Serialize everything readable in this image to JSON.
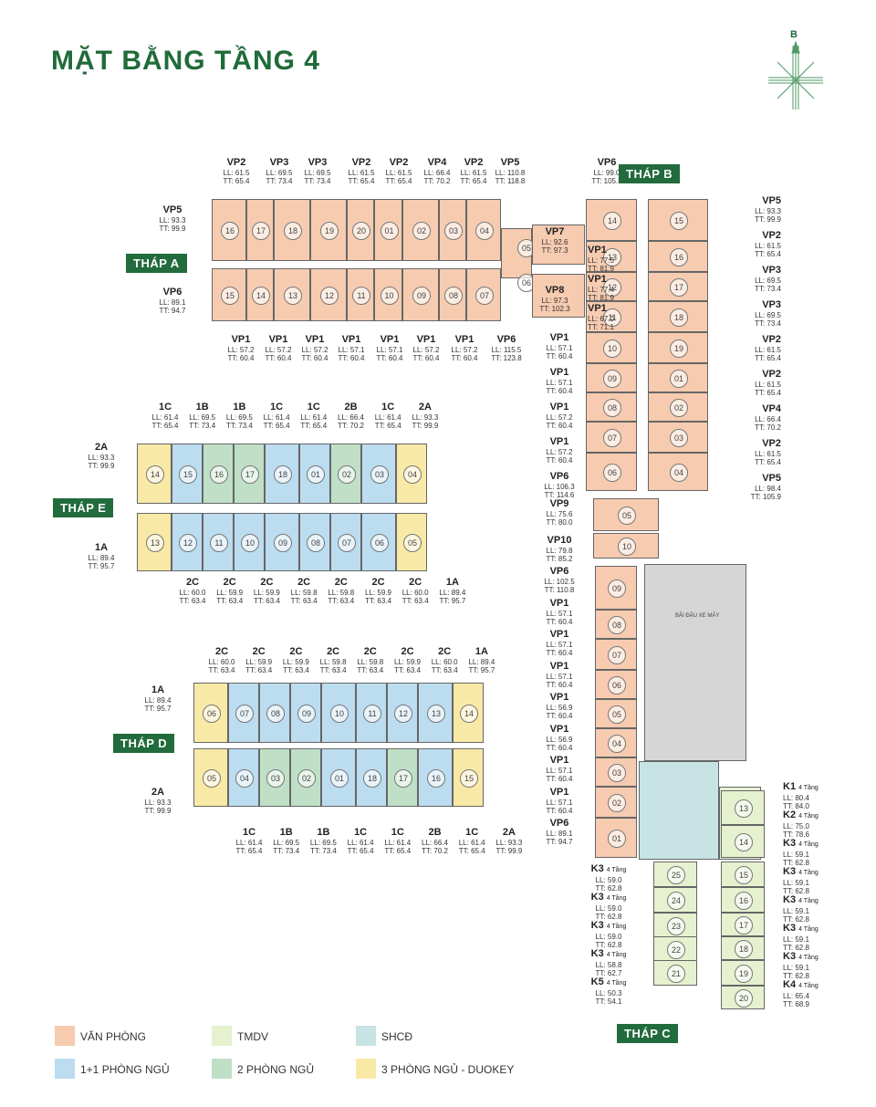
{
  "page_title": "MẶT BẰNG TẦNG 4",
  "compass": {
    "letter": "B",
    "icon": "compass-rose-icon"
  },
  "colors": {
    "van_phong": "#f6cbb0",
    "tmdv": "#e6f1cf",
    "shcd": "#c7e3e3",
    "one_bed": "#bcdcf0",
    "two_bed": "#bfe0c7",
    "three_bed": "#f8e9a6",
    "brand": "#226b3d"
  },
  "towers": {
    "a": "THÁP A",
    "b": "THÁP B",
    "c": "THÁP C",
    "d": "THÁP D",
    "e": "THÁP E"
  },
  "parking_label": "BÃI ĐẬU XE MÁY",
  "legend": [
    {
      "label": "VĂN PHÒNG",
      "color": "#f6cbb0"
    },
    {
      "label": "TMDV",
      "color": "#e6f1cf"
    },
    {
      "label": "SHCĐ",
      "color": "#c7e3e3"
    },
    {
      "label": "1+1 PHÒNG NGỦ",
      "color": "#bcdcf0"
    },
    {
      "label": "2 PHÒNG NGỦ",
      "color": "#bfe0c7"
    },
    {
      "label": "3 PHÒNG NGỦ - DUOKEY",
      "color": "#f8e9a6"
    }
  ],
  "tower_a": {
    "top_labels": [
      {
        "code": "VP2",
        "ll": "LL: 61.5",
        "tt": "TT: 65.4"
      },
      {
        "code": "VP3",
        "ll": "LL: 69.5",
        "tt": "TT: 73.4"
      },
      {
        "code": "VP3",
        "ll": "LL: 69.5",
        "tt": "TT: 73.4"
      },
      {
        "code": "VP2",
        "ll": "LL: 61.5",
        "tt": "TT: 65.4"
      },
      {
        "code": "VP2",
        "ll": "LL: 61.5",
        "tt": "TT: 65.4"
      },
      {
        "code": "VP4",
        "ll": "LL: 66.4",
        "tt": "TT: 70.2"
      },
      {
        "code": "VP2",
        "ll": "LL: 61.5",
        "tt": "TT: 65.4"
      },
      {
        "code": "VP5",
        "ll": "LL: 110.8",
        "tt": "TT: 118.8"
      }
    ],
    "left_top": {
      "code": "VP5",
      "ll": "LL: 93.3",
      "tt": "TT: 99.9"
    },
    "left_bottom": {
      "code": "VP6",
      "ll": "LL: 89.1",
      "tt": "TT: 94.7"
    },
    "bottom_labels": [
      {
        "code": "VP1",
        "ll": "LL: 57.2",
        "tt": "TT: 60.4"
      },
      {
        "code": "VP1",
        "ll": "LL: 57.2",
        "tt": "TT: 60.4"
      },
      {
        "code": "VP1",
        "ll": "LL: 57.2",
        "tt": "TT: 60.4"
      },
      {
        "code": "VP1",
        "ll": "LL: 57.1",
        "tt": "TT: 60.4"
      },
      {
        "code": "VP1",
        "ll": "LL: 57.1",
        "tt": "TT: 60.4"
      },
      {
        "code": "VP1",
        "ll": "LL: 57.2",
        "tt": "TT: 60.4"
      },
      {
        "code": "VP1",
        "ll": "LL: 57.2",
        "tt": "TT: 60.4"
      },
      {
        "code": "VP6",
        "ll": "LL: 115.5",
        "tt": "TT: 123.8"
      }
    ],
    "top_units": [
      "16",
      "17",
      "18",
      "19",
      "20",
      "01",
      "02",
      "03",
      "04"
    ],
    "bottom_units": [
      "15",
      "14",
      "13",
      "12",
      "11",
      "10",
      "09",
      "08",
      "07"
    ],
    "connector_units": [
      "05",
      "06"
    ],
    "vp7": {
      "code": "VP7",
      "ll": "LL: 92.6",
      "tt": "TT: 97.3"
    },
    "vp8": {
      "code": "VP8",
      "ll": "LL: 97.3",
      "tt": "TT: 102.3"
    }
  },
  "tower_b": {
    "top": {
      "code": "VP6",
      "ll": "LL: 99.0",
      "tt": "TT: 105.5"
    },
    "left_units": [
      "14",
      "13",
      "12",
      "11",
      "10",
      "09",
      "08",
      "07",
      "06"
    ],
    "right_units": [
      "15",
      "16",
      "17",
      "18",
      "19",
      "01",
      "02",
      "03",
      "04"
    ],
    "inner_labels": [
      {
        "code": "VP1",
        "ll": "LL: 77.5",
        "tt": "TT: 81.9"
      },
      {
        "code": "VP1",
        "ll": "LL: 77.4",
        "tt": "TT: 81.9"
      },
      {
        "code": "VP1",
        "ll": "LL: 67.0",
        "tt": "TT: 71.1"
      }
    ],
    "left_labels": [
      {
        "code": "VP1",
        "ll": "LL: 57.1",
        "tt": "TT: 60.4"
      },
      {
        "code": "VP1",
        "ll": "LL: 57.1",
        "tt": "TT: 60.4"
      },
      {
        "code": "VP1",
        "ll": "LL: 57.2",
        "tt": "TT: 60.4"
      },
      {
        "code": "VP1",
        "ll": "LL: 57.2",
        "tt": "TT: 60.4"
      },
      {
        "code": "VP6",
        "ll": "LL: 106.3",
        "tt": "TT: 114.6"
      }
    ],
    "right_labels": [
      {
        "code": "VP5",
        "ll": "LL: 93.3",
        "tt": "TT: 99.9"
      },
      {
        "code": "VP2",
        "ll": "LL: 61.5",
        "tt": "TT: 65.4"
      },
      {
        "code": "VP3",
        "ll": "LL: 69.5",
        "tt": "TT: 73.4"
      },
      {
        "code": "VP3",
        "ll": "LL: 69.5",
        "tt": "TT: 73.4"
      },
      {
        "code": "VP2",
        "ll": "LL: 61.5",
        "tt": "TT: 65.4"
      },
      {
        "code": "VP2",
        "ll": "LL: 61.5",
        "tt": "TT: 65.4"
      },
      {
        "code": "VP4",
        "ll": "LL: 66.4",
        "tt": "TT: 70.2"
      },
      {
        "code": "VP2",
        "ll": "LL: 61.5",
        "tt": "TT: 65.4"
      },
      {
        "code": "VP5",
        "ll": "LL: 98.4",
        "tt": "TT: 105.9"
      }
    ]
  },
  "tower_c": {
    "connector_units": [
      "05",
      "10"
    ],
    "connector_labels": [
      {
        "code": "VP9",
        "ll": "LL: 75.6",
        "tt": "TT: 80.0"
      },
      {
        "code": "VP10",
        "ll": "LL: 79.8",
        "tt": "TT: 85.2"
      }
    ],
    "left_units": [
      "09",
      "08",
      "07",
      "06",
      "05",
      "04",
      "03",
      "02",
      "01"
    ],
    "left_labels": [
      {
        "code": "VP6",
        "ll": "LL: 102.5",
        "tt": "TT: 110.8"
      },
      {
        "code": "VP1",
        "ll": "LL: 57.1",
        "tt": "TT: 60.4"
      },
      {
        "code": "VP1",
        "ll": "LL: 57.1",
        "tt": "TT: 60.4"
      },
      {
        "code": "VP1",
        "ll": "LL: 57.1",
        "tt": "TT: 60.4"
      },
      {
        "code": "VP1",
        "ll": "LL: 56.9",
        "tt": "TT: 60.4"
      },
      {
        "code": "VP1",
        "ll": "LL: 56.9",
        "tt": "TT: 60.4"
      },
      {
        "code": "VP1",
        "ll": "LL: 57.1",
        "tt": "TT: 60.4"
      },
      {
        "code": "VP1",
        "ll": "LL: 57.1",
        "tt": "TT: 60.4"
      },
      {
        "code": "VP6",
        "ll": "LL: 89.1",
        "tt": "TT: 94.7"
      }
    ],
    "k_left_units": [
      "25",
      "24",
      "23",
      "22",
      "21"
    ],
    "k_left_labels": [
      {
        "code": "K3",
        "floors": "4 Tầng",
        "ll": "LL: 59.0",
        "tt": "TT: 62.8"
      },
      {
        "code": "K3",
        "floors": "4 Tầng",
        "ll": "LL: 59.0",
        "tt": "TT: 62.8"
      },
      {
        "code": "K3",
        "floors": "4 Tầng",
        "ll": "LL: 59.0",
        "tt": "TT: 62.8"
      },
      {
        "code": "K3",
        "floors": "4 Tầng",
        "ll": "LL: 58.8",
        "tt": "TT: 62.7"
      },
      {
        "code": "K5",
        "floors": "4 Tầng",
        "ll": "LL: 50.3",
        "tt": "TT: 54.1"
      }
    ],
    "k_right_units": [
      "13",
      "14",
      "15",
      "16",
      "17",
      "18",
      "19",
      "20"
    ],
    "k_right_labels": [
      {
        "code": "K1",
        "floors": "4 Tầng",
        "ll": "LL: 80.4",
        "tt": "TT: 84.0"
      },
      {
        "code": "K2",
        "floors": "4 Tầng",
        "ll": "LL: 75.0",
        "tt": "TT: 78.6"
      },
      {
        "code": "K3",
        "floors": "4 Tầng",
        "ll": "LL: 59.1",
        "tt": "TT: 62.8"
      },
      {
        "code": "K3",
        "floors": "4 Tầng",
        "ll": "LL: 59.1",
        "tt": "TT: 62.8"
      },
      {
        "code": "K3",
        "floors": "4 Tầng",
        "ll": "LL: 59.1",
        "tt": "TT: 62.8"
      },
      {
        "code": "K3",
        "floors": "4 Tầng",
        "ll": "LL: 59.1",
        "tt": "TT: 62.8"
      },
      {
        "code": "K3",
        "floors": "4 Tầng",
        "ll": "LL: 59.1",
        "tt": "TT: 62.8"
      },
      {
        "code": "K4",
        "floors": "4 Tầng",
        "ll": "LL: 65.4",
        "tt": "TT: 68.9"
      }
    ]
  },
  "tower_e": {
    "top_labels": [
      {
        "code": "1C",
        "ll": "LL: 61.4",
        "tt": "TT: 65.4"
      },
      {
        "code": "1B",
        "ll": "LL: 69.5",
        "tt": "TT: 73.4"
      },
      {
        "code": "1B",
        "ll": "LL: 69.5",
        "tt": "TT: 73.4"
      },
      {
        "code": "1C",
        "ll": "LL: 61.4",
        "tt": "TT: 65.4"
      },
      {
        "code": "1C",
        "ll": "LL: 61.4",
        "tt": "TT: 65.4"
      },
      {
        "code": "2B",
        "ll": "LL: 66.4",
        "tt": "TT: 70.2"
      },
      {
        "code": "1C",
        "ll": "LL: 61.4",
        "tt": "TT: 65.4"
      },
      {
        "code": "2A",
        "ll": "LL: 93.3",
        "tt": "TT: 99.9"
      }
    ],
    "left_top": {
      "code": "2A",
      "ll": "LL: 93.3",
      "tt": "TT: 99.9"
    },
    "left_bottom": {
      "code": "1A",
      "ll": "LL: 89.4",
      "tt": "TT: 95.7"
    },
    "bottom_labels": [
      {
        "code": "2C",
        "ll": "LL: 60.0",
        "tt": "TT: 63.4"
      },
      {
        "code": "2C",
        "ll": "LL: 59.9",
        "tt": "TT: 63.4"
      },
      {
        "code": "2C",
        "ll": "LL: 59.9",
        "tt": "TT: 63.4"
      },
      {
        "code": "2C",
        "ll": "LL: 59.8",
        "tt": "TT: 63.4"
      },
      {
        "code": "2C",
        "ll": "LL: 59.8",
        "tt": "TT: 63.4"
      },
      {
        "code": "2C",
        "ll": "LL: 59.9",
        "tt": "TT: 63.4"
      },
      {
        "code": "2C",
        "ll": "LL: 60.0",
        "tt": "TT: 63.4"
      },
      {
        "code": "1A",
        "ll": "LL: 89.4",
        "tt": "TT: 95.7"
      }
    ],
    "top_units": [
      "14",
      "15",
      "16",
      "17",
      "18",
      "01",
      "02",
      "03",
      "04"
    ],
    "bottom_units": [
      "13",
      "12",
      "11",
      "10",
      "09",
      "08",
      "07",
      "06",
      "05"
    ]
  },
  "tower_d": {
    "top_labels": [
      {
        "code": "2C",
        "ll": "LL: 60.0",
        "tt": "TT: 63.4"
      },
      {
        "code": "2C",
        "ll": "LL: 59.9",
        "tt": "TT: 63.4"
      },
      {
        "code": "2C",
        "ll": "LL: 59.9",
        "tt": "TT: 63.4"
      },
      {
        "code": "2C",
        "ll": "LL: 59.8",
        "tt": "TT: 63.4"
      },
      {
        "code": "2C",
        "ll": "LL: 59.8",
        "tt": "TT: 63.4"
      },
      {
        "code": "2C",
        "ll": "LL: 59.9",
        "tt": "TT: 63.4"
      },
      {
        "code": "2C",
        "ll": "LL: 60.0",
        "tt": "TT: 63.4"
      },
      {
        "code": "1A",
        "ll": "LL: 89.4",
        "tt": "TT: 95.7"
      }
    ],
    "left_top": {
      "code": "1A",
      "ll": "LL: 89.4",
      "tt": "TT: 95.7"
    },
    "left_bottom": {
      "code": "2A",
      "ll": "LL: 93.3",
      "tt": "TT: 99.9"
    },
    "bottom_labels": [
      {
        "code": "1C",
        "ll": "LL: 61.4",
        "tt": "TT: 65.4"
      },
      {
        "code": "1B",
        "ll": "LL: 69.5",
        "tt": "TT: 73.4"
      },
      {
        "code": "1B",
        "ll": "LL: 69.5",
        "tt": "TT: 73.4"
      },
      {
        "code": "1C",
        "ll": "LL: 61.4",
        "tt": "TT: 65.4"
      },
      {
        "code": "1C",
        "ll": "LL: 61.4",
        "tt": "TT: 65.4"
      },
      {
        "code": "2B",
        "ll": "LL: 66.4",
        "tt": "TT: 70.2"
      },
      {
        "code": "1C",
        "ll": "LL: 61.4",
        "tt": "TT: 65.4"
      },
      {
        "code": "2A",
        "ll": "LL: 93.3",
        "tt": "TT: 99.9"
      }
    ],
    "top_units": [
      "06",
      "07",
      "08",
      "09",
      "10",
      "11",
      "12",
      "13",
      "14"
    ],
    "bottom_units": [
      "05",
      "04",
      "03",
      "02",
      "01",
      "18",
      "17",
      "16",
      "15"
    ]
  }
}
